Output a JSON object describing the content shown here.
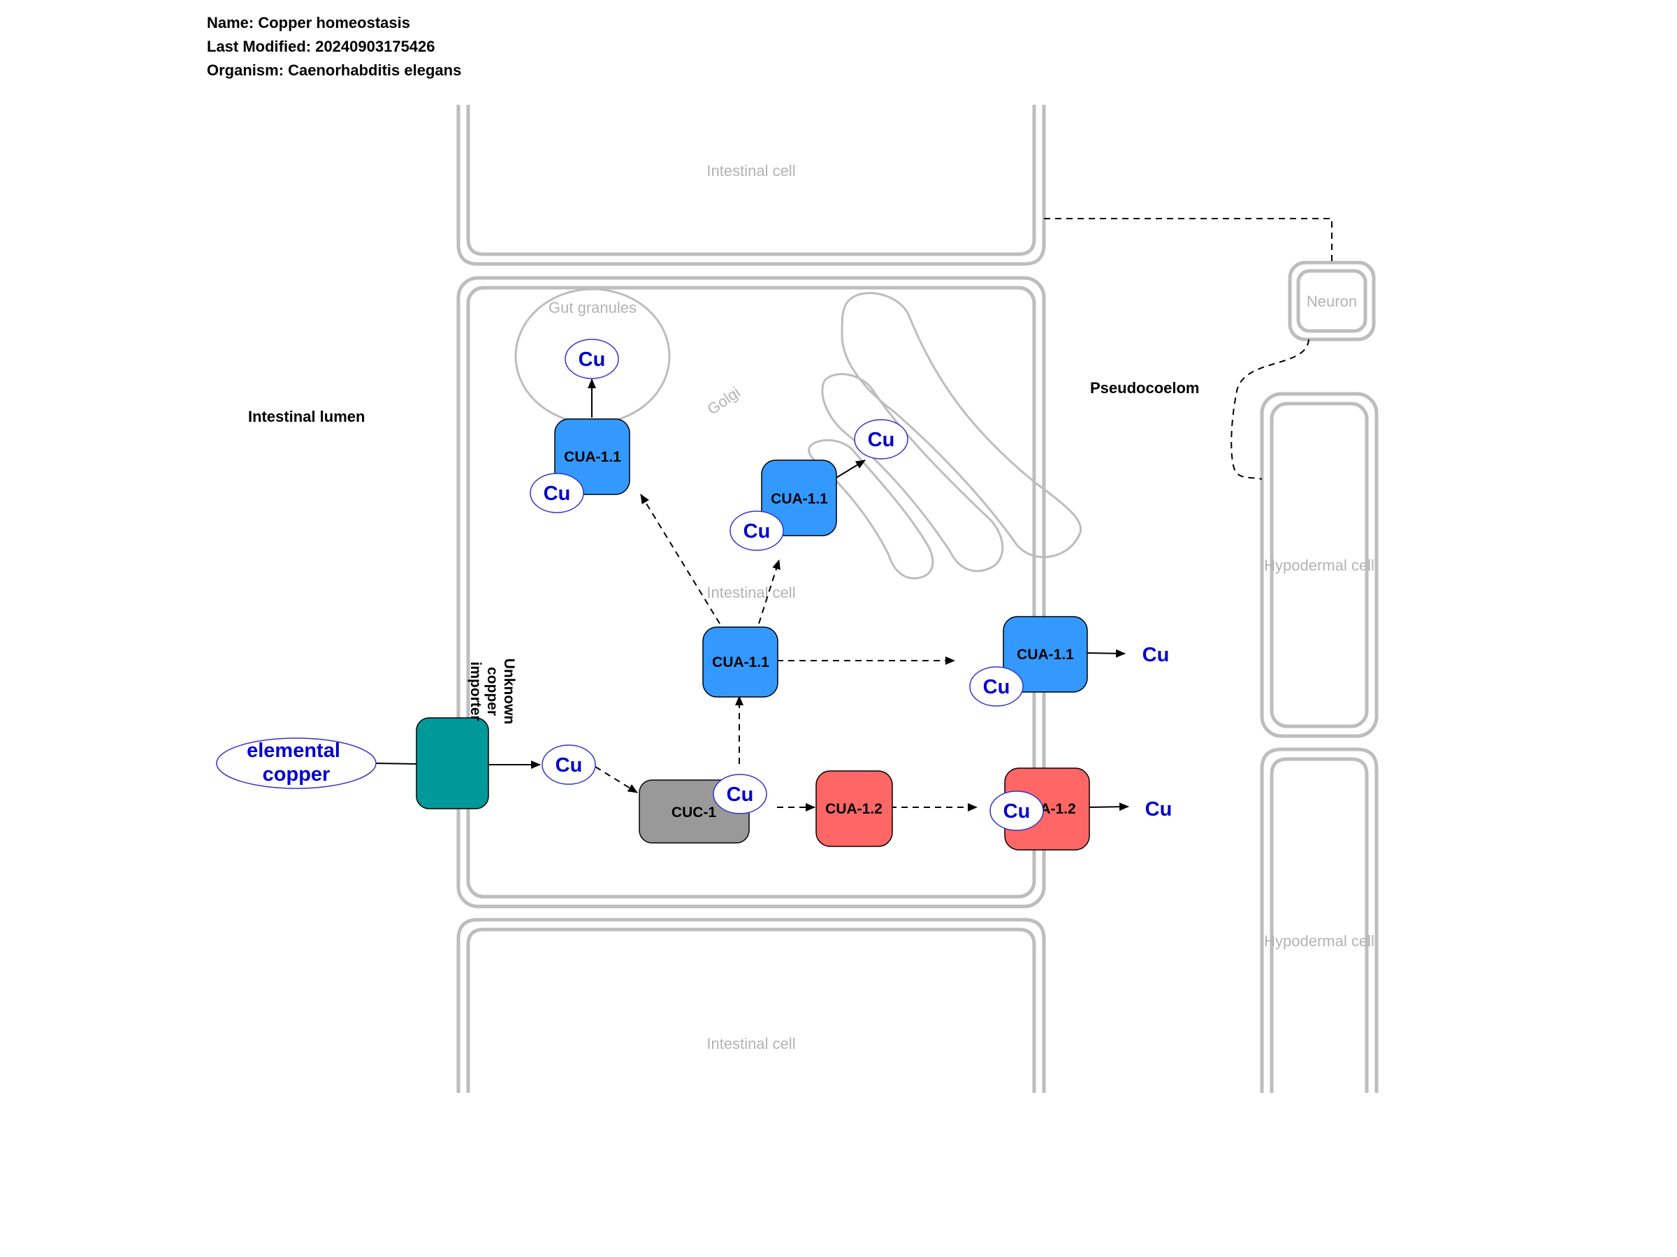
{
  "header": {
    "name": "Name: Copper homeostasis",
    "modified": "Last Modified: 20240903175426",
    "organism": "Organism: Caenorhabditis elegans"
  },
  "compartments": {
    "intestinal_lumen": "Intestinal lumen",
    "pseudocoelom": "Pseudocoelom"
  },
  "cells": {
    "intestinal_top": "Intestinal cell",
    "intestinal_middle": "Intestinal cell",
    "intestinal_bottom": "Intestinal cell",
    "neuron": "Neuron",
    "hypodermal_1": "Hypodermal cell",
    "hypodermal_2": "Hypodermal cell"
  },
  "organelles": {
    "gut_granules": "Gut granules",
    "golgi": "Golgi"
  },
  "genes": {
    "importer_label": "Unknown copper importer",
    "importer_lines": [
      "Unknown",
      "copper",
      "importer"
    ],
    "cuc1": "CUC-1",
    "cua11_granule": "CUA-1.1",
    "cua11_golgi": "CUA-1.1",
    "cua11_center": "CUA-1.1",
    "cua11_basolateral": "CUA-1.1",
    "cua12_center": "CUA-1.2",
    "cua12_basolateral": "A-1.2"
  },
  "metabolites": {
    "elemental_copper_lines": [
      "elemental",
      "copper"
    ],
    "cu_granule_inside": "Cu",
    "cu_granule_bound": "Cu",
    "cu_golgi_out": "Cu",
    "cu_golgi_bound": "Cu",
    "cu_imported": "Cu",
    "cu_cuc1_bound": "Cu",
    "cu_basolateral_11_bound": "Cu",
    "cu_basolateral_11_out": "Cu",
    "cu_basolateral_12_bound": "Cu",
    "cu_basolateral_12_out": "Cu"
  },
  "colors": {
    "cua11": "#3399ff",
    "cua12": "#ff6666",
    "cuc1": "#999999",
    "importer": "#009999",
    "metabolite_text": "#0000cc",
    "cell_wall": "#bdbdbd"
  }
}
